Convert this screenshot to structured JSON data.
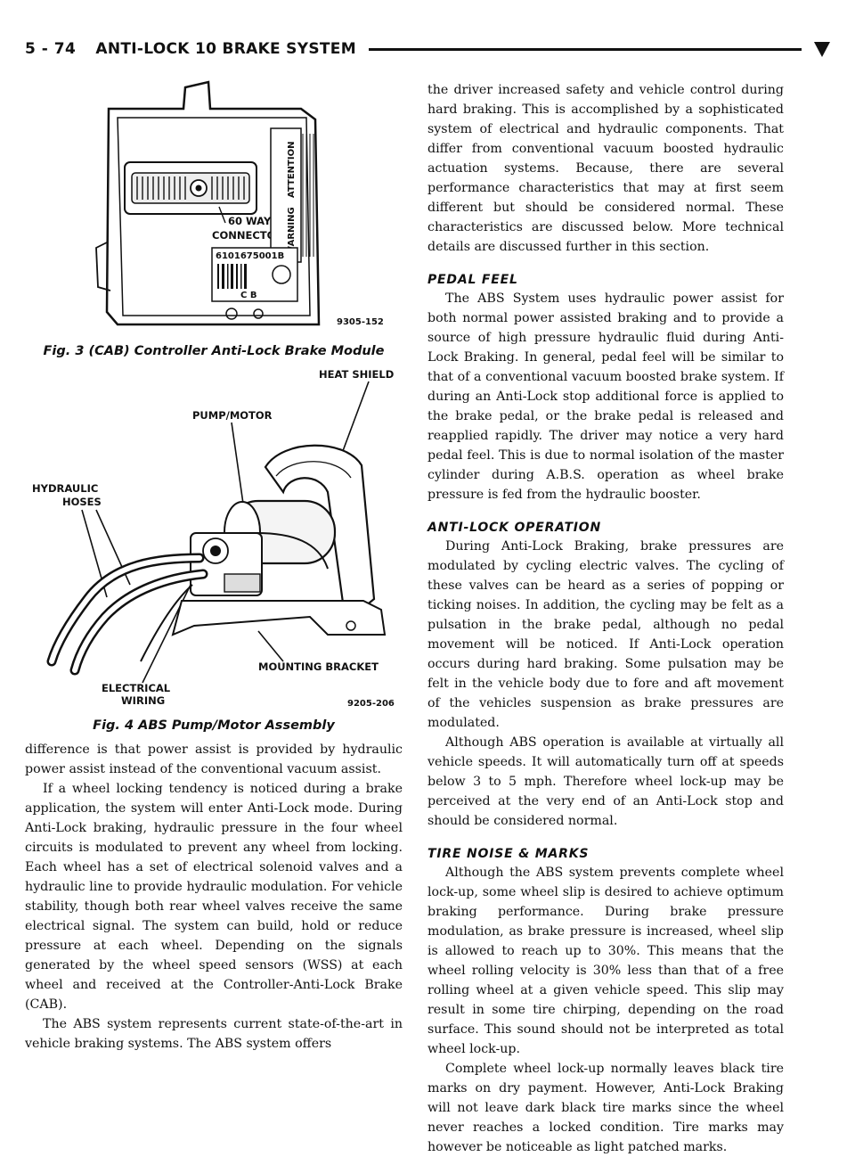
{
  "header": {
    "page_number": "5 - 74",
    "title": "ANTI-LOCK 10 BRAKE SYSTEM"
  },
  "figure3": {
    "caption": "Fig. 3 (CAB) Controller Anti-Lock Brake Module",
    "connector_label_line1": "60 WAY",
    "connector_label_line2": "CONNECTOR",
    "part_number": "6101675001B",
    "code": "9305-152",
    "warning_text": "WARNING",
    "attention_text": "ATTENTION",
    "label_cb": "C B"
  },
  "figure4": {
    "caption": "Fig. 4 ABS Pump/Motor Assembly",
    "labels": {
      "heat_shield": "HEAT SHIELD",
      "pump_motor": "PUMP/MOTOR",
      "hydraulic_line1": "HYDRAULIC",
      "hydraulic_line2": "HOSES",
      "mounting_bracket": "MOUNTING BRACKET",
      "electrical_line1": "ELECTRICAL",
      "electrical_line2": "WIRING"
    },
    "code": "9205-206"
  },
  "left_text": {
    "p1": "difference is that power assist is provided by hydraulic power assist instead of the conventional vacuum assist.",
    "p2": "If a wheel locking tendency is noticed during a brake application, the system will enter Anti-Lock mode. During Anti-Lock braking, hydraulic pressure in the four wheel circuits is modulated to prevent any wheel from locking. Each wheel has a set of electrical solenoid valves and a hydraulic line to provide hydraulic modulation. For vehicle stability, though both rear wheel valves receive the same electrical signal. The system can build, hold or reduce pressure at each wheel. Depending on the signals generated by the wheel speed sensors (WSS) at each wheel and received at the Controller-Anti-Lock Brake (CAB).",
    "p3": "The ABS system represents current state-of-the-art in vehicle braking systems. The ABS system offers"
  },
  "right_text": {
    "p1": "the driver increased safety and vehicle control during hard braking. This is accomplished by a sophisticated system of electrical and hydraulic components. That differ from conventional vacuum boosted hydraulic actuation systems. Because, there are several performance characteristics that may at first seem different but should be considered normal. These characteristics are discussed below. More technical details are discussed further in this section.",
    "pedal_heading": "PEDAL FEEL",
    "pedal_p": "The ABS System uses hydraulic power assist for both normal power assisted braking and to provide a source of high pressure hydraulic fluid during Anti-Lock Braking. In general, pedal feel will be similar to that of a conventional vacuum boosted brake system. If during an Anti-Lock stop additional force is applied to the brake pedal, or the brake pedal is released and reapplied rapidly. The driver may notice a very hard pedal feel. This is due to normal isolation of the master cylinder during A.B.S. operation as wheel brake pressure is fed from the hydraulic booster.",
    "antilock_heading": "ANTI-LOCK OPERATION",
    "antilock_p1": "During Anti-Lock Braking, brake pressures are modulated by cycling electric valves. The cycling of these valves can be heard as a series of popping or ticking noises. In addition, the cycling may be felt as a pulsation in the brake pedal, although no pedal movement will be noticed. If Anti-Lock operation occurs during hard braking. Some pulsation may be felt in the vehicle body due to fore and aft movement of the vehicles suspension as brake pressures are modulated.",
    "antilock_p2": "Although ABS operation is available at virtually all vehicle speeds. It will automatically turn off at speeds below 3 to 5 mph. Therefore wheel lock-up may be perceived at the very end of an Anti-Lock stop and should be considered normal.",
    "tire_heading": "TIRE NOISE & MARKS",
    "tire_p1": "Although the ABS system prevents complete wheel lock-up, some wheel slip is desired to achieve optimum braking performance. During brake pressure modulation, as brake pressure is increased, wheel slip is allowed to reach up to 30%. This means that the wheel rolling velocity is 30% less than that of a free rolling wheel at a given vehicle speed. This slip may result in some tire chirping, depending on the road surface. This sound should not be interpreted as total wheel lock-up.",
    "tire_p2": "Complete wheel lock-up normally leaves black tire marks on dry payment. However, Anti-Lock Braking will not leave dark black tire marks since the wheel never reaches a locked condition. Tire marks may however be noticeable as light patched marks."
  }
}
